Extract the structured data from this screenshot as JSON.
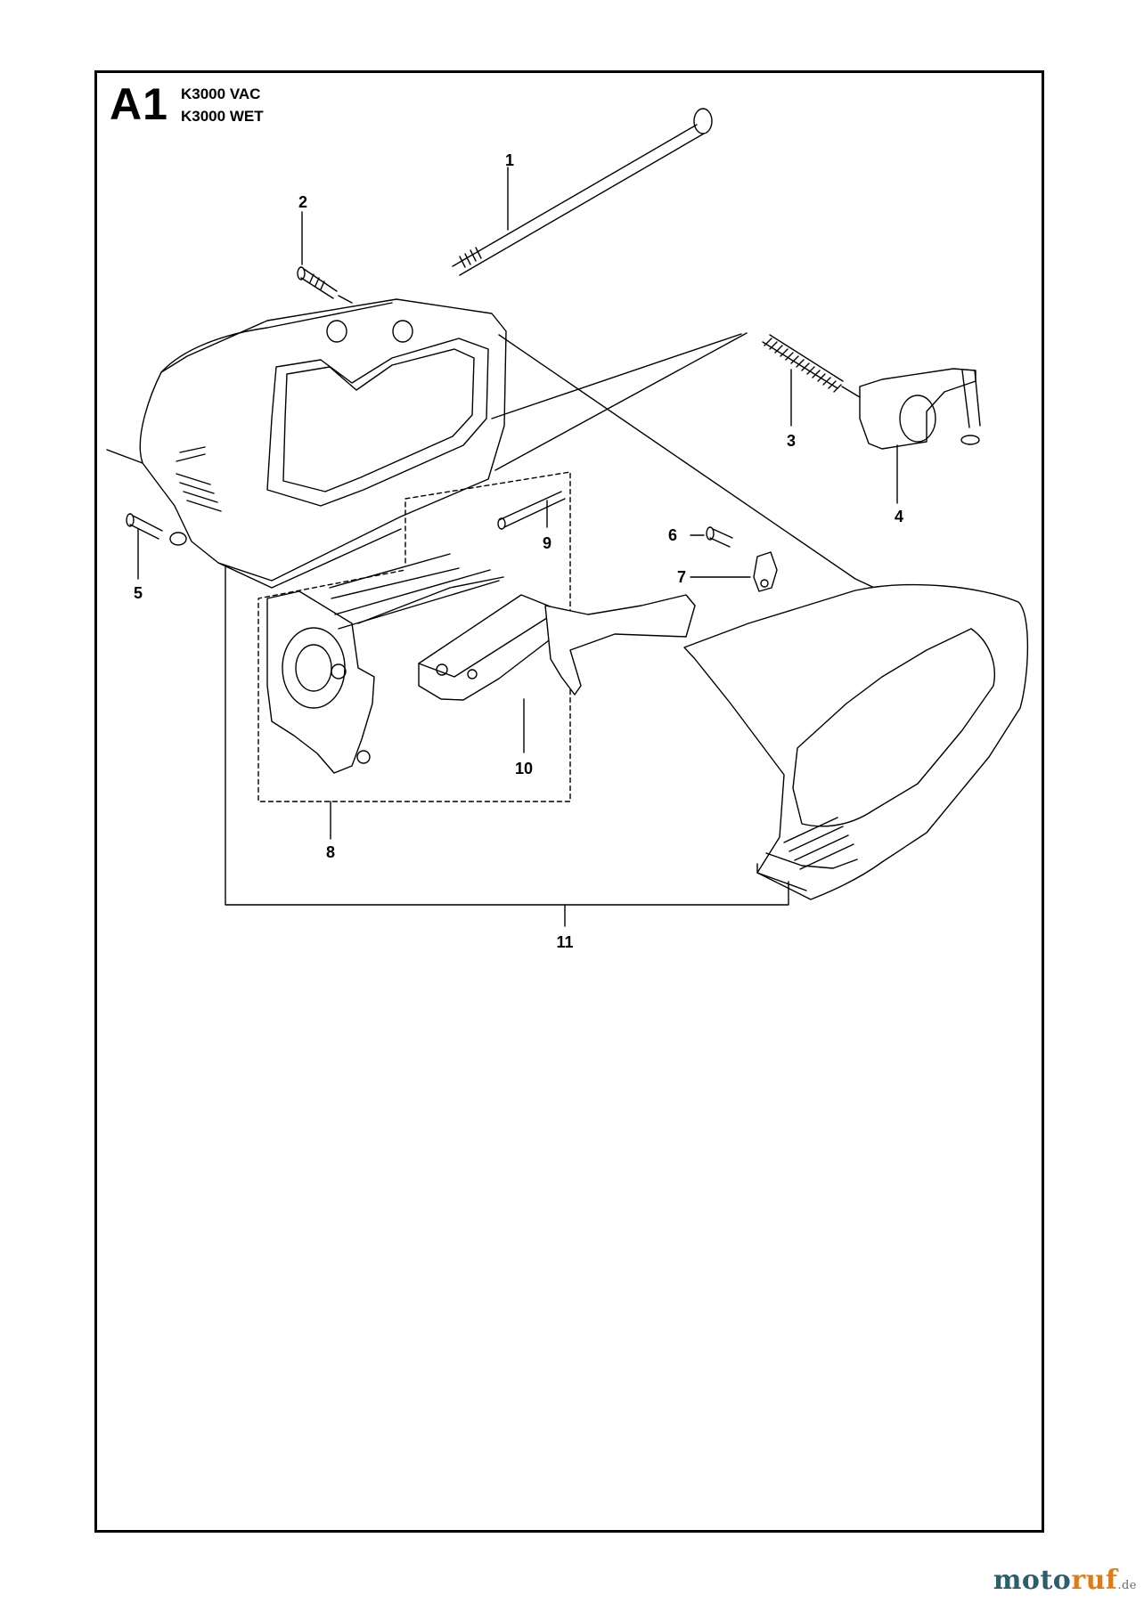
{
  "header": {
    "section_id": "A1",
    "models": [
      "K3000 VAC",
      "K3000 WET"
    ]
  },
  "callouts": [
    {
      "id": "1",
      "part": "through-bolt"
    },
    {
      "id": "2",
      "part": "screw"
    },
    {
      "id": "3",
      "part": "spring"
    },
    {
      "id": "4",
      "part": "lock-button"
    },
    {
      "id": "5",
      "part": "screw"
    },
    {
      "id": "6",
      "part": "screw"
    },
    {
      "id": "7",
      "part": "cable-clamp"
    },
    {
      "id": "8",
      "part": "brush-holder-assembly"
    },
    {
      "id": "9",
      "part": "pin"
    },
    {
      "id": "10",
      "part": "switch"
    },
    {
      "id": "11",
      "part": "handle-assembly"
    }
  ],
  "watermark": {
    "brand_dark": "moto",
    "brand_accent": "ruf",
    "tld": ".de",
    "colors": {
      "dark": "#2e5d6b",
      "accent": "#e07b1a"
    }
  }
}
